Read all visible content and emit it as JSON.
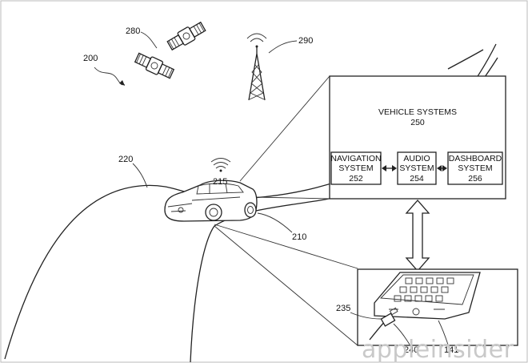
{
  "refs": {
    "system": "200",
    "satellites": "280",
    "tower": "290",
    "road": "220",
    "vehicle": "210",
    "wireless": "215",
    "mobile_device": "141",
    "cable": "240",
    "connector": "235"
  },
  "vehicle_systems": {
    "title": "VEHICLE SYSTEMS",
    "ref": "250",
    "navigation": {
      "line1": "NAVIGATION",
      "line2": "SYSTEM",
      "ref": "252"
    },
    "audio": {
      "line1": "AUDIO",
      "line2": "SYSTEM",
      "ref": "254"
    },
    "dashboard": {
      "line1": "DASHBOARD",
      "line2": "SYSTEM",
      "ref": "256"
    }
  },
  "watermark": "appleinsider"
}
